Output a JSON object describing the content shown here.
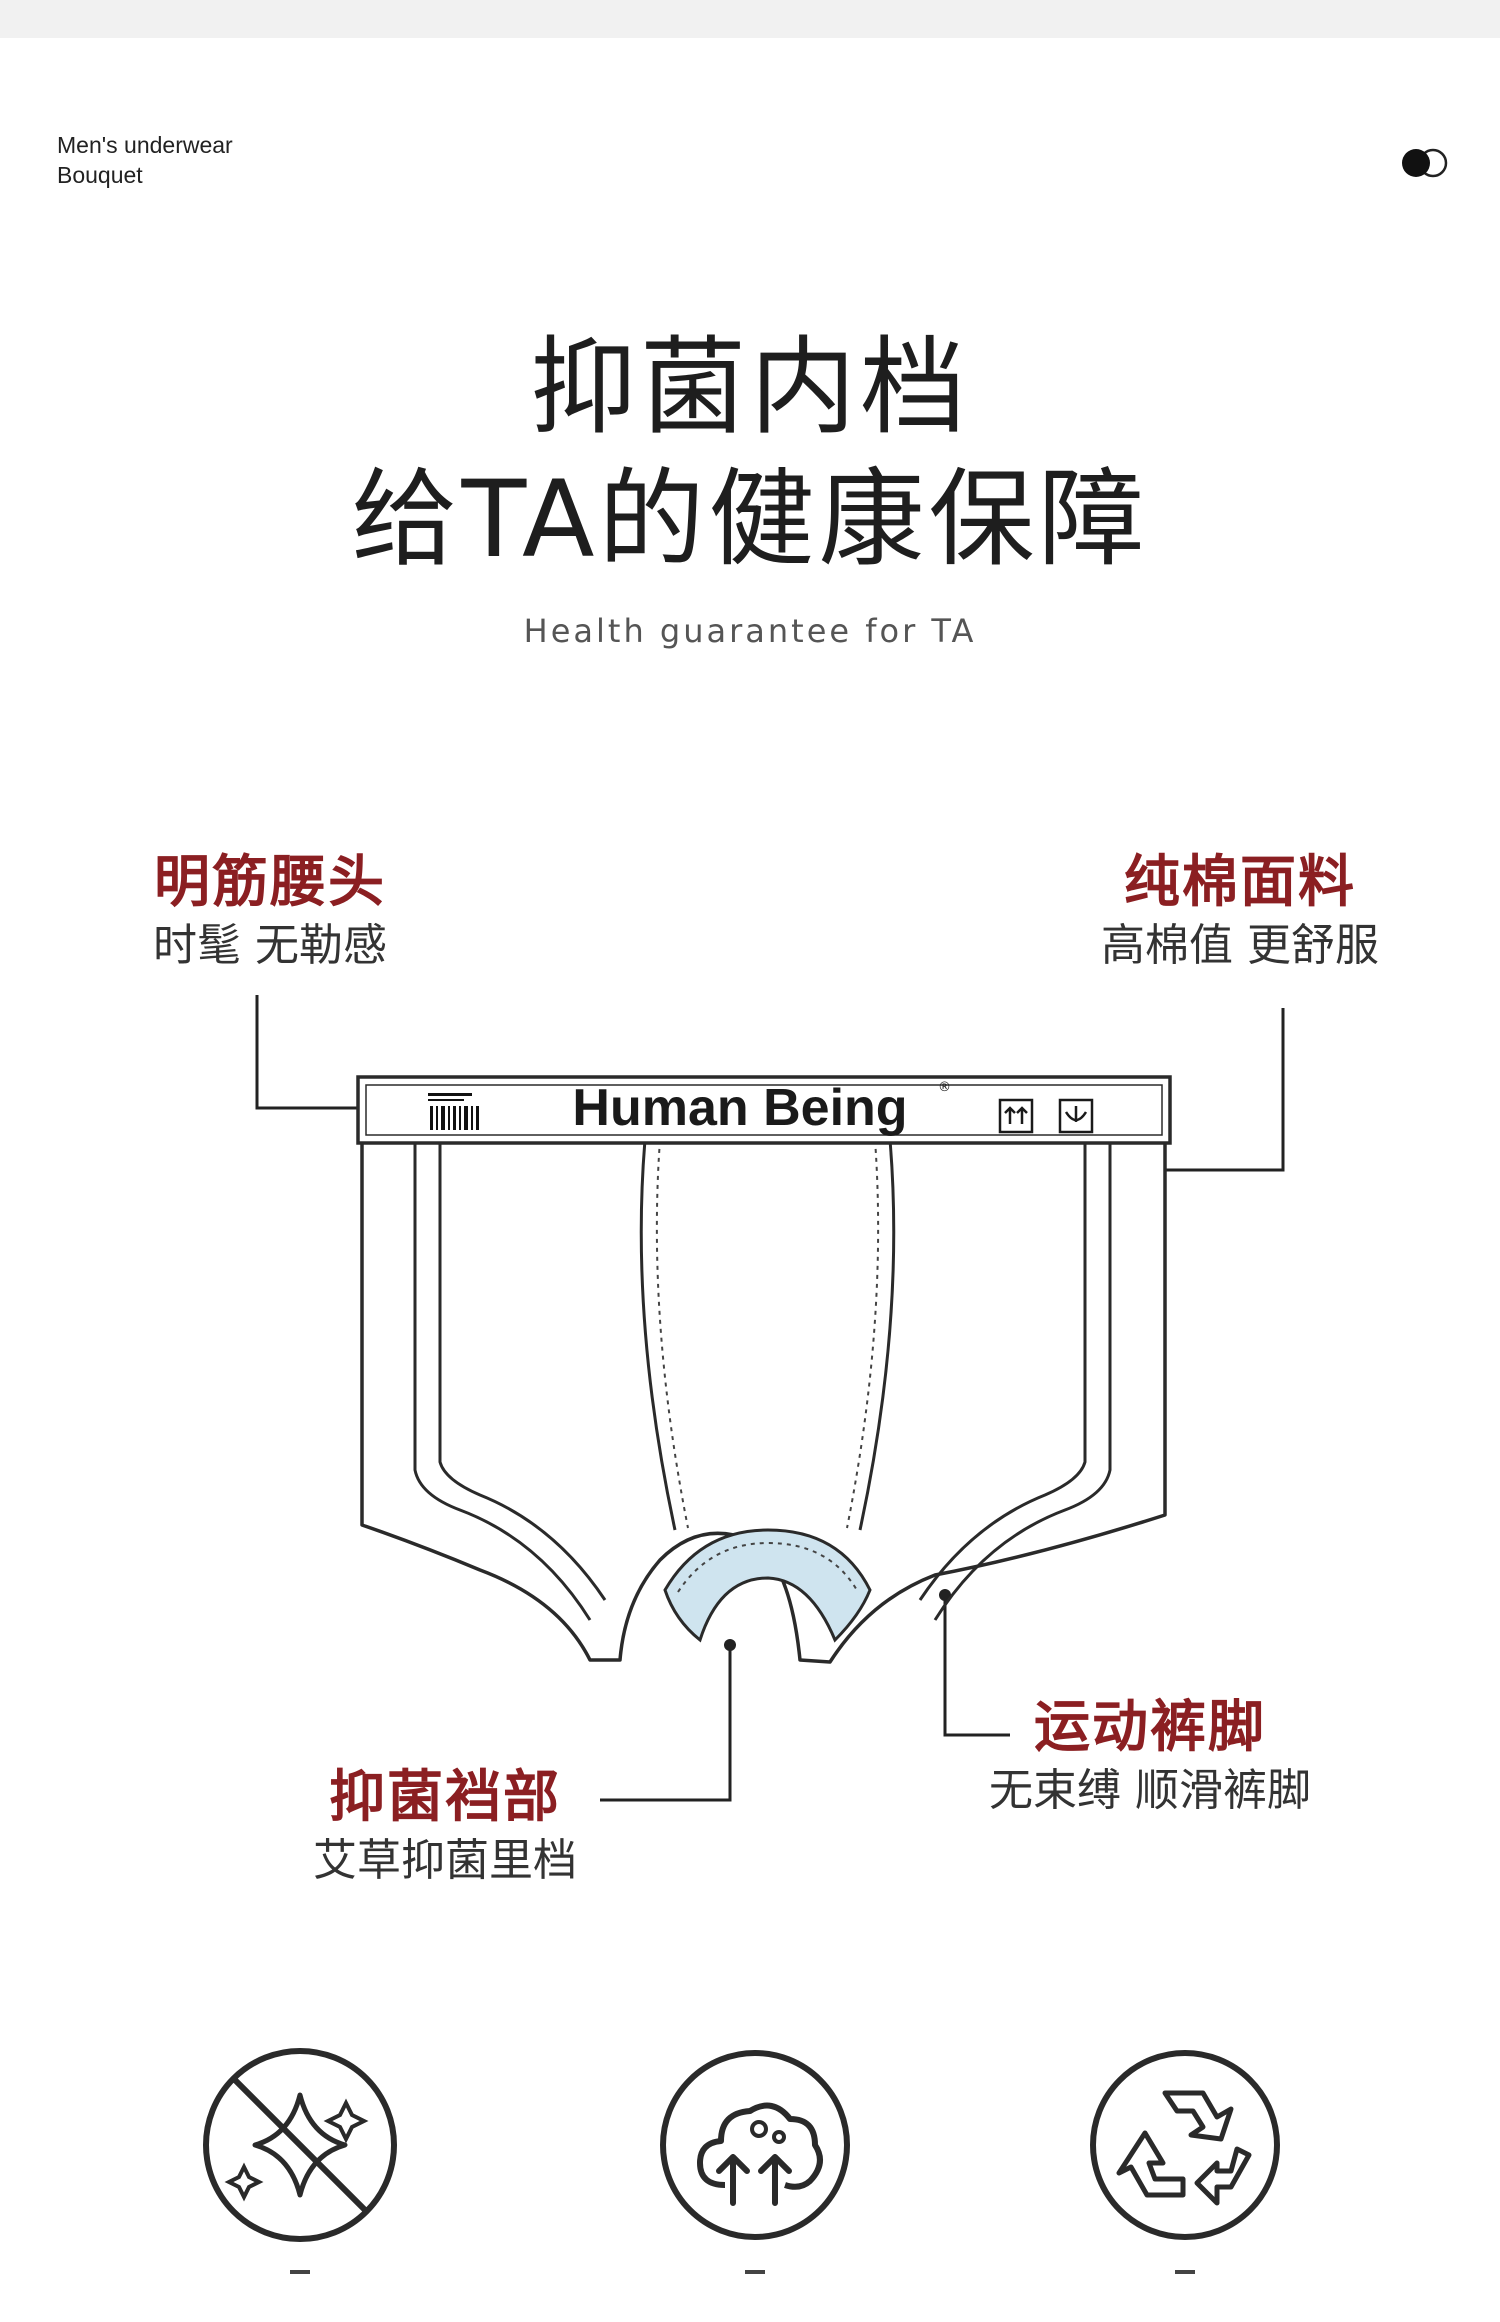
{
  "header": {
    "brand_line1": "Men's underwear",
    "brand_line2": "Bouquet"
  },
  "title": {
    "line1": "抑菌内档",
    "line2": "给TA的健康保障",
    "subtitle": "Health guarantee for TA"
  },
  "product": {
    "waistband_logo": "Human Being"
  },
  "features": [
    {
      "heading": "明筋腰头",
      "sub": "时髦 无勒感"
    },
    {
      "heading": "纯棉面料",
      "sub": "高棉值 更舒服"
    },
    {
      "heading": "运动裤脚",
      "sub": "无束缚 顺滑裤脚"
    },
    {
      "heading": "抑菌裆部",
      "sub": "艾草抑菌里档"
    }
  ],
  "icons": [
    {
      "name": "no-pilling-icon",
      "caption": "-"
    },
    {
      "name": "cotton-icon",
      "caption": "-"
    },
    {
      "name": "recycle-icon",
      "caption": "-"
    }
  ],
  "colors": {
    "accent": "#8b1f22",
    "crotch_fill": "#cfe4ef",
    "line": "#333333"
  }
}
